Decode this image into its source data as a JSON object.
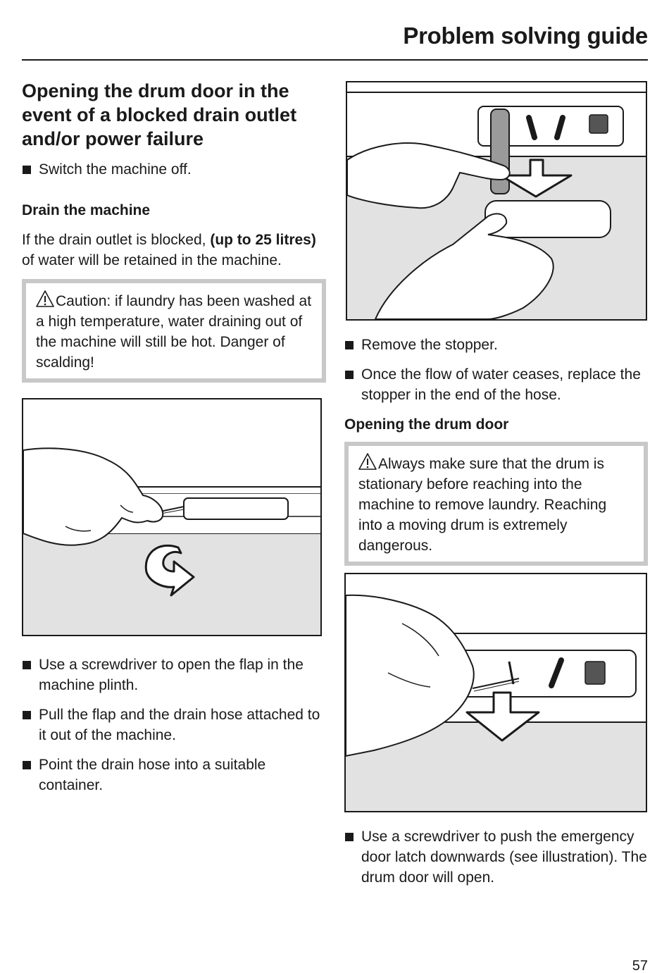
{
  "header": {
    "title": "Problem solving guide"
  },
  "left": {
    "title": "Opening the drum door in the event of a blocked drain outlet and/or power failure",
    "title_lines": [
      "Opening the drum door in the",
      "event of a blocked drain outlet",
      "and/or power failure"
    ],
    "step_switch_off": "Switch the machine off.",
    "drain_heading": "Drain the machine",
    "drain_para": {
      "part1": "If the drain outlet is blocked, ",
      "bold": "(up to 25 litres)",
      "part2": " of water will be retained in the machine."
    },
    "caution": "Caution: if laundry has been washed at a high temperature, water draining out of the machine will still be hot. Danger of scalding!",
    "steps": [
      "Use a screwdriver to open the flap in the machine plinth.",
      "Pull the flap and the drain hose attached to it out of the machine.",
      "Point the drain hose into a suitable container."
    ]
  },
  "right": {
    "steps_top": [
      "Remove the stopper.",
      "Once the flow of water ceases, replace the stopper in the end of the hose."
    ],
    "door_heading": "Opening the drum door",
    "warning": "Always make sure that the drum is stationary before reaching into the machine to remove laundry. Reaching into a moving drum is extremely dangerous.",
    "steps_bottom": [
      "Use a screwdriver to push the emergency door latch downwards (see illustration). The drum door will open."
    ]
  },
  "page_number": "57"
}
